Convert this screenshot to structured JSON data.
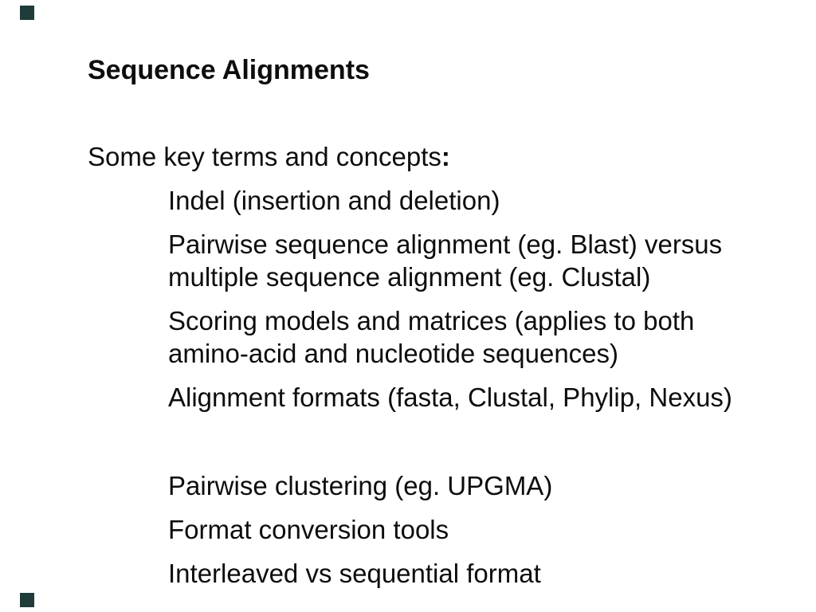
{
  "slide": {
    "title": "Sequence Alignments",
    "intro": {
      "text": "Some key terms and concepts",
      "colon": ":"
    },
    "items": [
      {
        "lines": [
          "Indel (insertion and deletion)"
        ],
        "gap_before": false
      },
      {
        "lines": [
          "Pairwise sequence alignment (eg. Blast) versus",
          "multiple sequence alignment (eg. Clustal)"
        ],
        "gap_before": false
      },
      {
        "lines": [
          "Scoring models and matrices (applies to both",
          "amino-acid and nucleotide sequences)"
        ],
        "gap_before": false
      },
      {
        "lines": [
          "Alignment formats (fasta, Clustal, Phylip, Nexus)"
        ],
        "gap_before": false
      },
      {
        "lines": [
          "Pairwise clustering (eg. UPGMA)"
        ],
        "gap_before": true
      },
      {
        "lines": [
          "Format conversion tools"
        ],
        "gap_before": false
      },
      {
        "lines": [
          "Interleaved vs sequential format"
        ],
        "gap_before": false
      }
    ]
  },
  "theme": {
    "background_color": "#ffffff",
    "text_color": "#0d0d0d",
    "corner_mark_color": "#1f3b3a"
  }
}
